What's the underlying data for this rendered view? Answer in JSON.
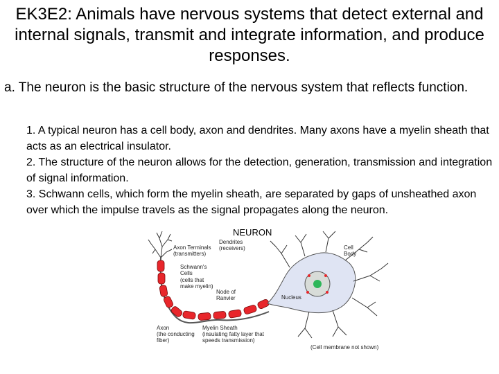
{
  "slide": {
    "title": "EK3E2: Animals have nervous systems that detect external and internal signals, transmit and integrate information, and produce responses.",
    "point_a": "a. The neuron is the basic structure of the nervous system that reflects function.",
    "subpoints": [
      "1. A typical neuron has a cell body, axon and dendrites. Many axons have a myelin sheath that acts as an electrical insulator.",
      "2. The structure of the neuron allows for the detection, generation, transmission and integration of signal information.",
      "3. Schwann cells, which form the myelin sheath, are separated by gaps of unsheathed axon over which the impulse travels as the signal propagates along the neuron."
    ]
  },
  "diagram": {
    "title": "NEURON",
    "labels": {
      "axon_terminals": "Axon Terminals",
      "axon_terminals_note": "(transmitters)",
      "dendrites": "Dendrites",
      "dendrites_note": "(receivers)",
      "schwanns_cells": "Schwann's",
      "schwanns_cells_2": "Cells",
      "schwanns_note": "(cells that",
      "schwanns_note_2": "make myelin)",
      "node_of_ranvier": "Node of",
      "node_of_ranvier_2": "Ranvier",
      "cell_body": "Cell",
      "cell_body_2": "Body",
      "nucleus": "Nucleus",
      "axon": "Axon",
      "axon_note": "(the conducting",
      "axon_note_2": "fiber)",
      "myelin_sheath": "Myelin Sheath",
      "myelin_note": "(insulating fatty layer that",
      "myelin_note_2": "speeds transmission)",
      "cell_body_note": "(Cell membrane not shown)"
    },
    "colors": {
      "myelin": "#e8262b",
      "cell_body": "#dfe4f3",
      "nucleus": "#d8dcd8",
      "nucleolus": "#2fb75a"
    }
  }
}
